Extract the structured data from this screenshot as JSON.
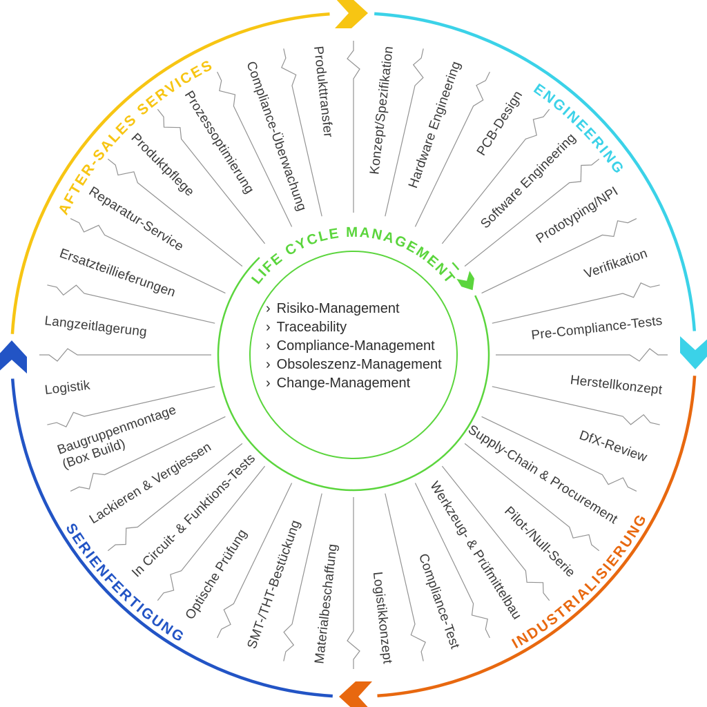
{
  "diagram": {
    "title": "Life Cycle Wheel",
    "line_color": "#929292",
    "text_color": "#3a3a3a",
    "center": {
      "title": "LIFE CYCLE MANAGEMENT",
      "color": "#5bd53d",
      "bullet": "›",
      "items": [
        "Risiko-Management",
        "Traceability",
        "Compliance-Management",
        "Obsoleszenz-Management",
        "Change-Management"
      ]
    },
    "quadrants": [
      {
        "name": "ENGINEERING",
        "color": "#3bd2e8",
        "items": [
          "Konzept/Spezifikation",
          "Hardware Engineering",
          "PCB-Design",
          "Software Engineering",
          "Prototyping/NPI",
          "Verifikation",
          "Pre-Compliance-Tests"
        ]
      },
      {
        "name": "INDUSTRIALISIERUNG",
        "color": "#e8680f",
        "items": [
          "Herstellkonzept",
          "DfX-Review",
          "Supply-Chain & Procurement",
          "Pilot-/Null-Serie",
          "Werkzeug- & Prüfmittelbau",
          "Compliance-Test",
          "Logistikkonzept"
        ]
      },
      {
        "name": "SERIENFERTIGUNG",
        "color": "#2254c5",
        "items": [
          "Materialbeschaffung",
          "SMT-/THT-Bestückung",
          "Optische Prüfung",
          "In Circuit- & Funktions-Tests",
          "Lackieren & Vergiessen",
          "Baugruppenmontage\n(Box Build)",
          "Logistik"
        ]
      },
      {
        "name": "AFTER-SALES SERVICES",
        "color": "#f7c513",
        "items": [
          "Langzeitlagerung",
          "Ersatzteillieferungen",
          "Reparatur-Service",
          "Produktpflege",
          "Prozessoptimierung",
          "Compliance-Überwachung",
          "Produkttransfer"
        ]
      }
    ]
  }
}
